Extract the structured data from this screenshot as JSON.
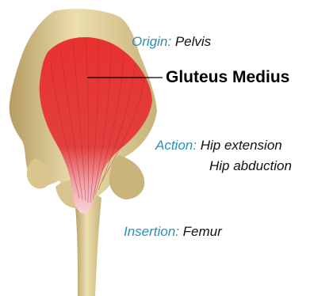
{
  "labels": {
    "muscle_name": "Gluteus Medius",
    "origin_key": "Origin:",
    "origin_value": "Pelvis",
    "action_key": "Action:",
    "action_value_1": "Hip extension",
    "action_value_2": "Hip abduction",
    "insertion_key": "Insertion:",
    "insertion_value": "Femur"
  },
  "colors": {
    "key_label": "#2a8fb5",
    "muscle": "#e0302f",
    "bone": "#e6d9a8",
    "tendon": "#f0b8c0"
  }
}
